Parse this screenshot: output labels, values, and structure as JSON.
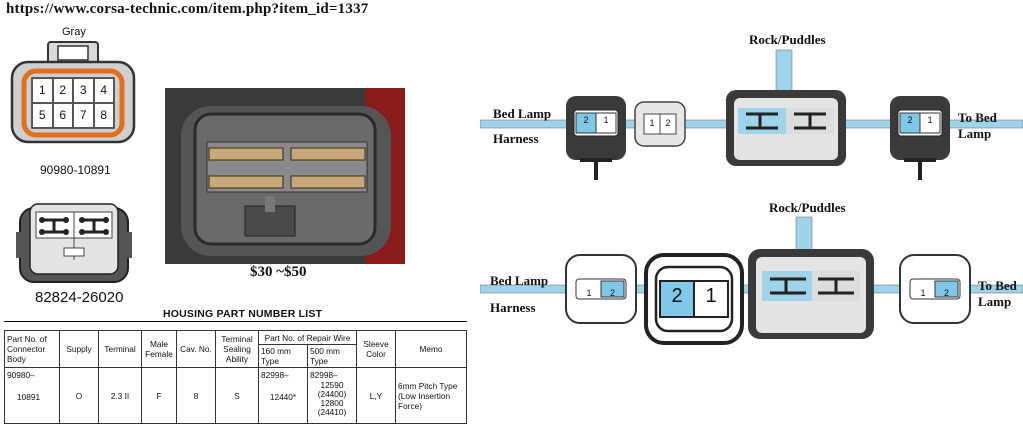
{
  "header": {
    "url": "https://www.corsa-technic.com/item.php?item_id=1337"
  },
  "left_connector": {
    "color_label": "Gray",
    "pins_top": [
      "1",
      "2",
      "3",
      "4"
    ],
    "pins_bottom": [
      "5",
      "6",
      "7",
      "8"
    ],
    "part_number": "90980-10891"
  },
  "jumper_connector": {
    "part_number": "82824-26020"
  },
  "photo": {
    "price": "$30 ~$50"
  },
  "housing_table": {
    "title": "HOUSING PART NUMBER LIST",
    "headers": {
      "part_no": "Part No. of Connector Body",
      "supply": "Supply",
      "terminal": "Terminal",
      "male_female": "Male Female",
      "cav_no": "Cav. No.",
      "sealing": "Terminal Sealing Ability",
      "repair_wire": "Part No. of Repair Wire",
      "mm160": "160 mm Type",
      "mm500": "500 mm Type",
      "sleeve": "Sleeve Color",
      "memo": "Memo"
    },
    "row": {
      "part_a": "90980–",
      "part_b": "10891",
      "supply": "O",
      "terminal": "2.3 II",
      "male_female": "F",
      "cav_no": "8",
      "sealing": "S",
      "mm160_a": "82998–",
      "mm160_b": "12440*",
      "mm500_a": "82998–",
      "mm500_b": "12590\n(24400)\n12800\n(24410)",
      "sleeve": "L,Y",
      "memo": "6mm Pitch Type (Low Insertion Force)"
    }
  },
  "diagram_top": {
    "rock_label": "Rock/Puddles",
    "left_label_1": "Bed Lamp",
    "left_label_2": "Harness",
    "right_label_1": "To Bed",
    "right_label_2": "Lamp",
    "left_pins": [
      "2",
      "1"
    ],
    "small_pins": [
      "1",
      "2"
    ],
    "right_pins": [
      "2",
      "1"
    ]
  },
  "diagram_bottom": {
    "rock_label": "Rock/Puddles",
    "left_label_1": "Bed Lamp",
    "left_label_2": "Harness",
    "right_label_1": "To Bed",
    "right_label_2": "Lamp",
    "left_pins": [
      "1",
      "2"
    ],
    "big_pins": [
      "2",
      "1"
    ],
    "right_pins": [
      "1",
      "2"
    ]
  },
  "colors": {
    "orange": "#e07020",
    "blue": "#7fc8e8",
    "dark": "#333333"
  }
}
